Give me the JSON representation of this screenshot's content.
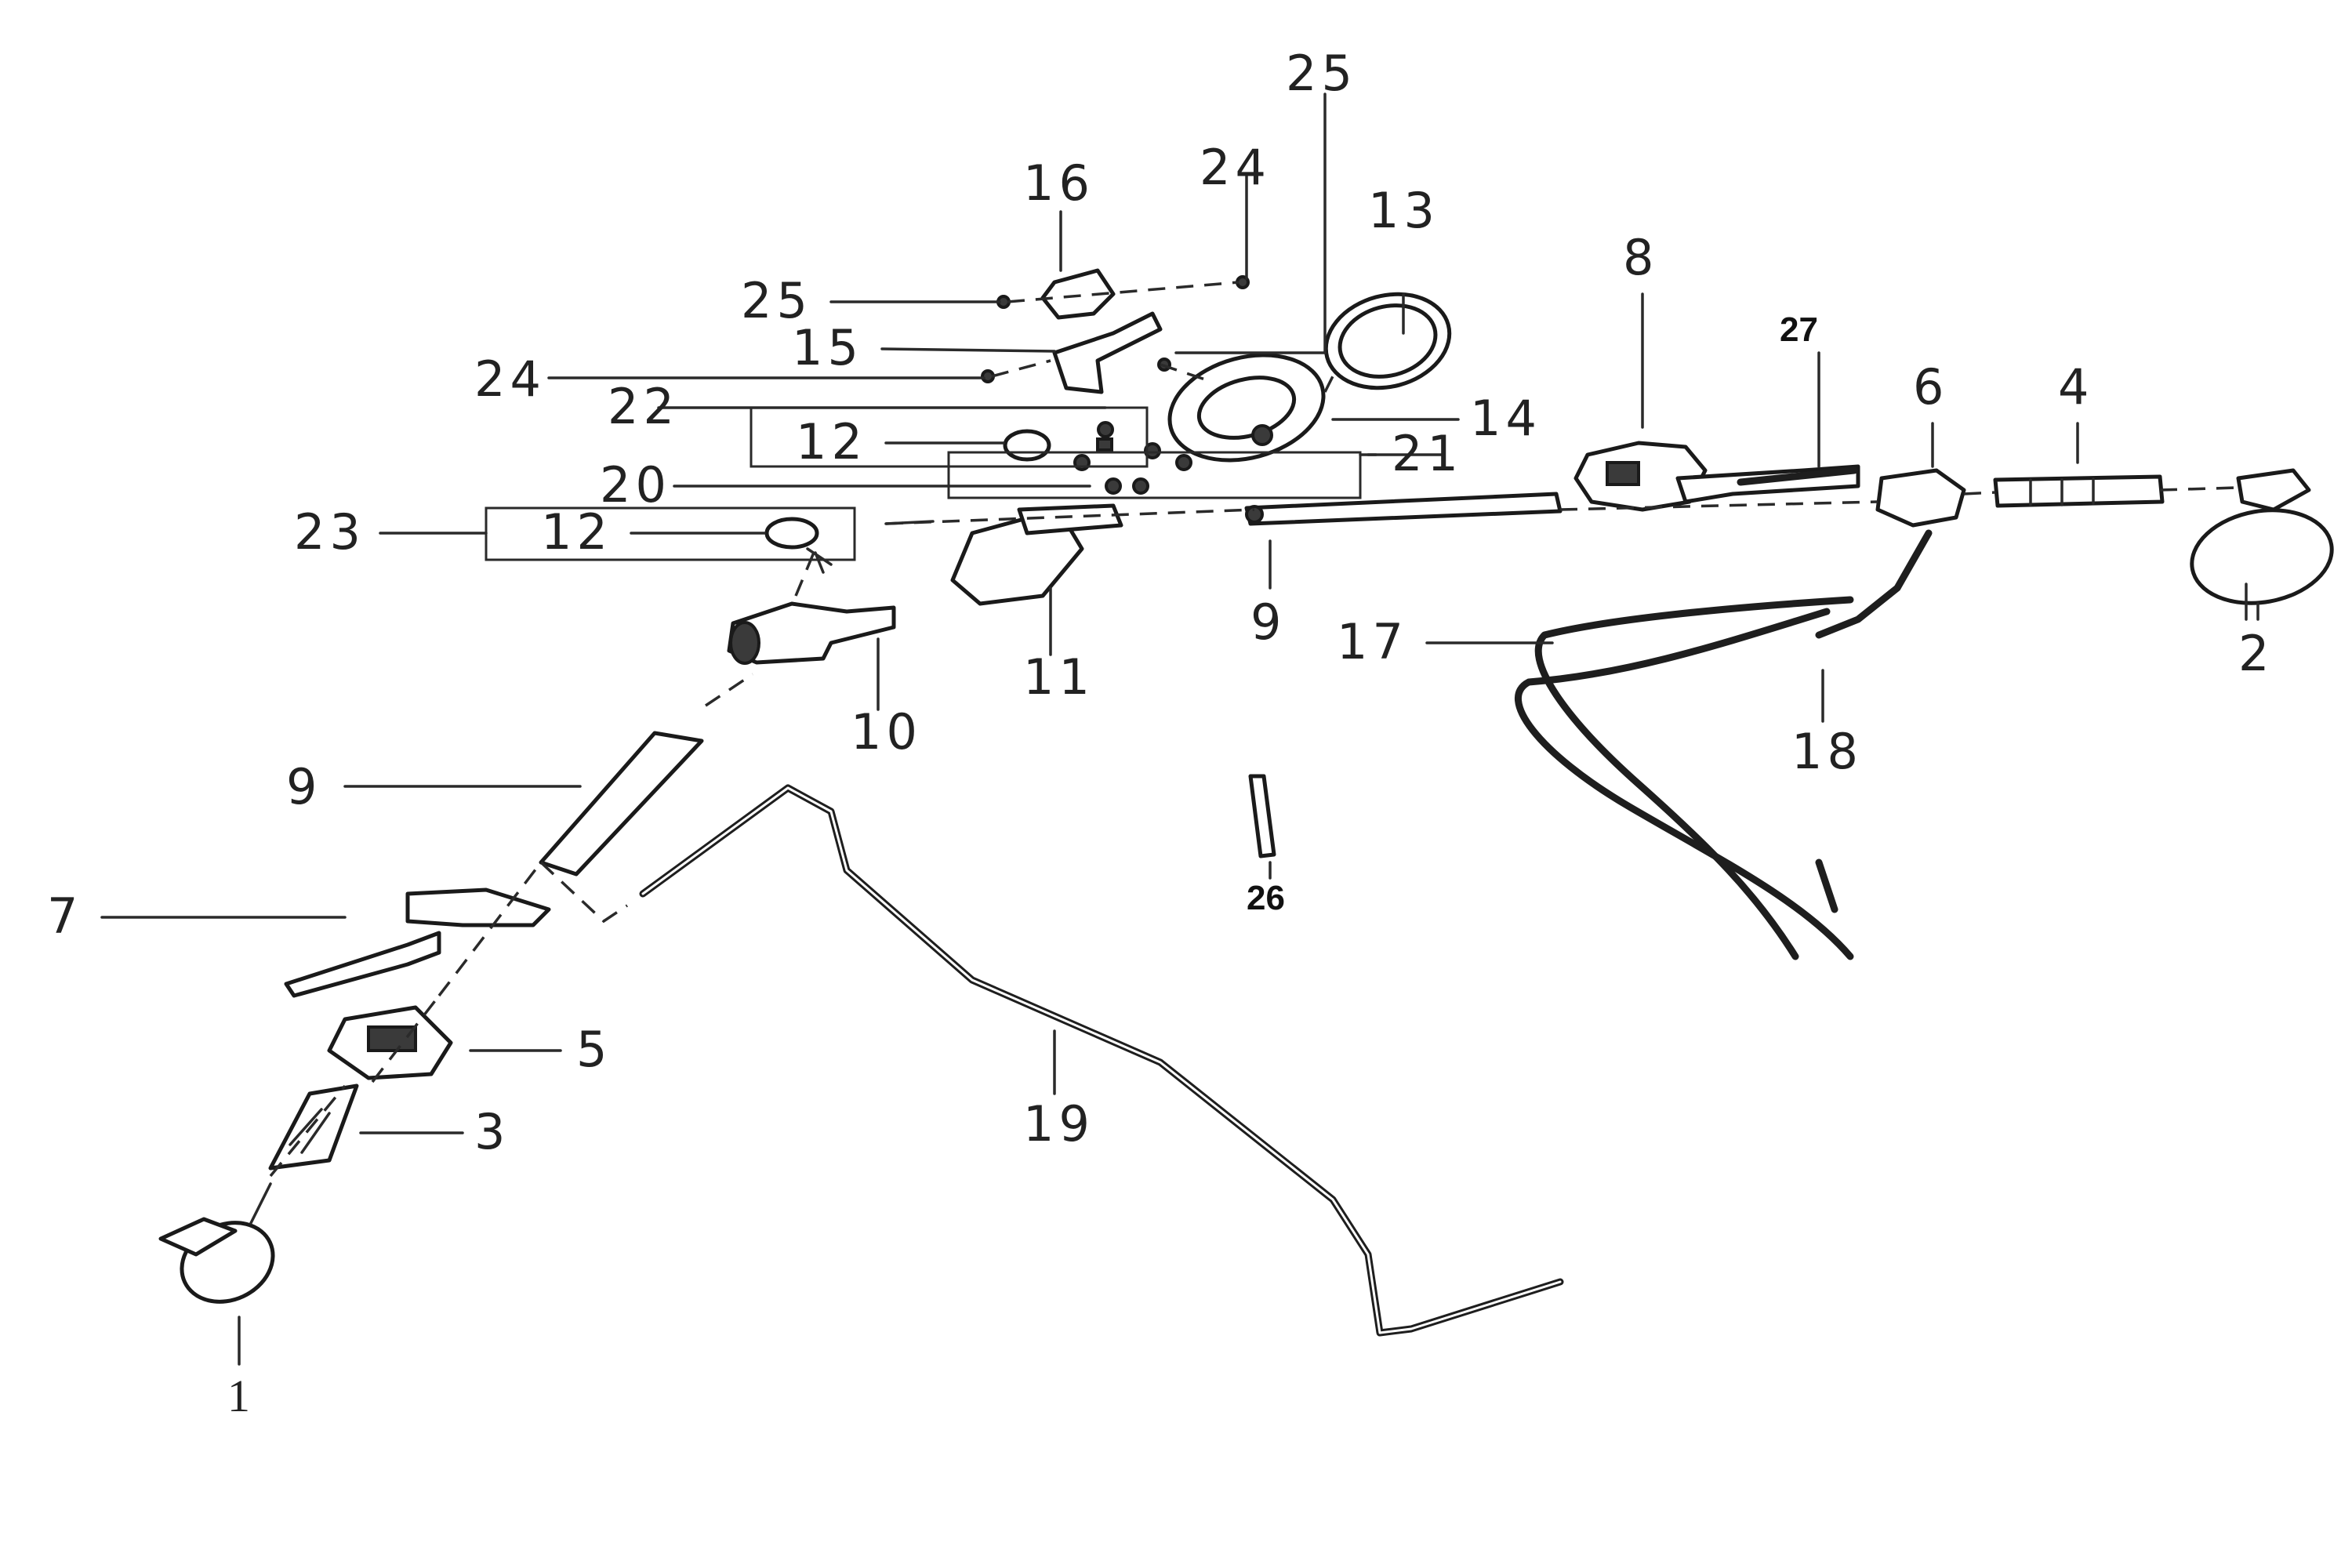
{
  "labels": {
    "l1": "1",
    "l2": "2",
    "l3": "3",
    "l4": "4",
    "l5": "5",
    "l6": "6",
    "l7": "7",
    "l8": "8",
    "l9a": "9",
    "l9b": "9",
    "l10": "10",
    "l11": "11",
    "l12a": "12",
    "l12b": "12",
    "l13": "13",
    "l14": "14",
    "l15": "15",
    "l16": "16",
    "l17": "17",
    "l18": "18",
    "l19": "19",
    "l20": "20",
    "l21": "21",
    "l22": "22",
    "l23": "23",
    "l24a": "24",
    "l24b": "24",
    "l25a": "25",
    "l25b": "25",
    "l26": "26",
    "l27": "27"
  }
}
